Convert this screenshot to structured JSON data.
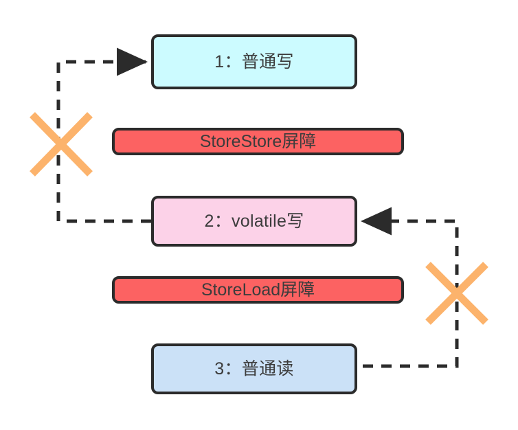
{
  "diagram": {
    "title": "volatile write memory barrier reordering diagram",
    "background_color": "#ffffff",
    "nodes": [
      {
        "id": "node-1",
        "label": "1：普通写",
        "kind": "operation",
        "fill": "#CCFBFF",
        "border": "#2b2b2b"
      },
      {
        "id": "node-2",
        "label": "2：volatile写",
        "kind": "operation",
        "fill": "#FCD2E8",
        "border": "#2b2b2b"
      },
      {
        "id": "node-3",
        "label": "3：普通读",
        "kind": "operation",
        "fill": "#CBE1F7",
        "border": "#2b2b2b"
      }
    ],
    "barriers": [
      {
        "id": "barrier-1",
        "label": "StoreStore屏障",
        "fill": "#FC6262",
        "border": "#2b2b2b"
      },
      {
        "id": "barrier-2",
        "label": "StoreLoad屏障",
        "fill": "#FC6262",
        "border": "#2b2b2b"
      }
    ],
    "edges": [
      {
        "id": "edge-left",
        "from": "node-2",
        "to": "node-1",
        "style": "dashed",
        "color": "#2b2b2b",
        "arrowhead": "to",
        "side": "left",
        "meaning": "reorder-attempt"
      },
      {
        "id": "edge-right",
        "from": "node-3",
        "to": "node-2",
        "style": "dashed",
        "color": "#2b2b2b",
        "arrowhead": "to",
        "side": "right",
        "meaning": "reorder-attempt"
      }
    ],
    "prohibition_marks": [
      {
        "id": "cross-left",
        "color": "#FCB36C",
        "blocks_edge": "edge-left",
        "meaning": "reordering-not-allowed"
      },
      {
        "id": "cross-right",
        "color": "#FCB36C",
        "blocks_edge": "edge-right",
        "meaning": "reordering-not-allowed"
      }
    ]
  }
}
